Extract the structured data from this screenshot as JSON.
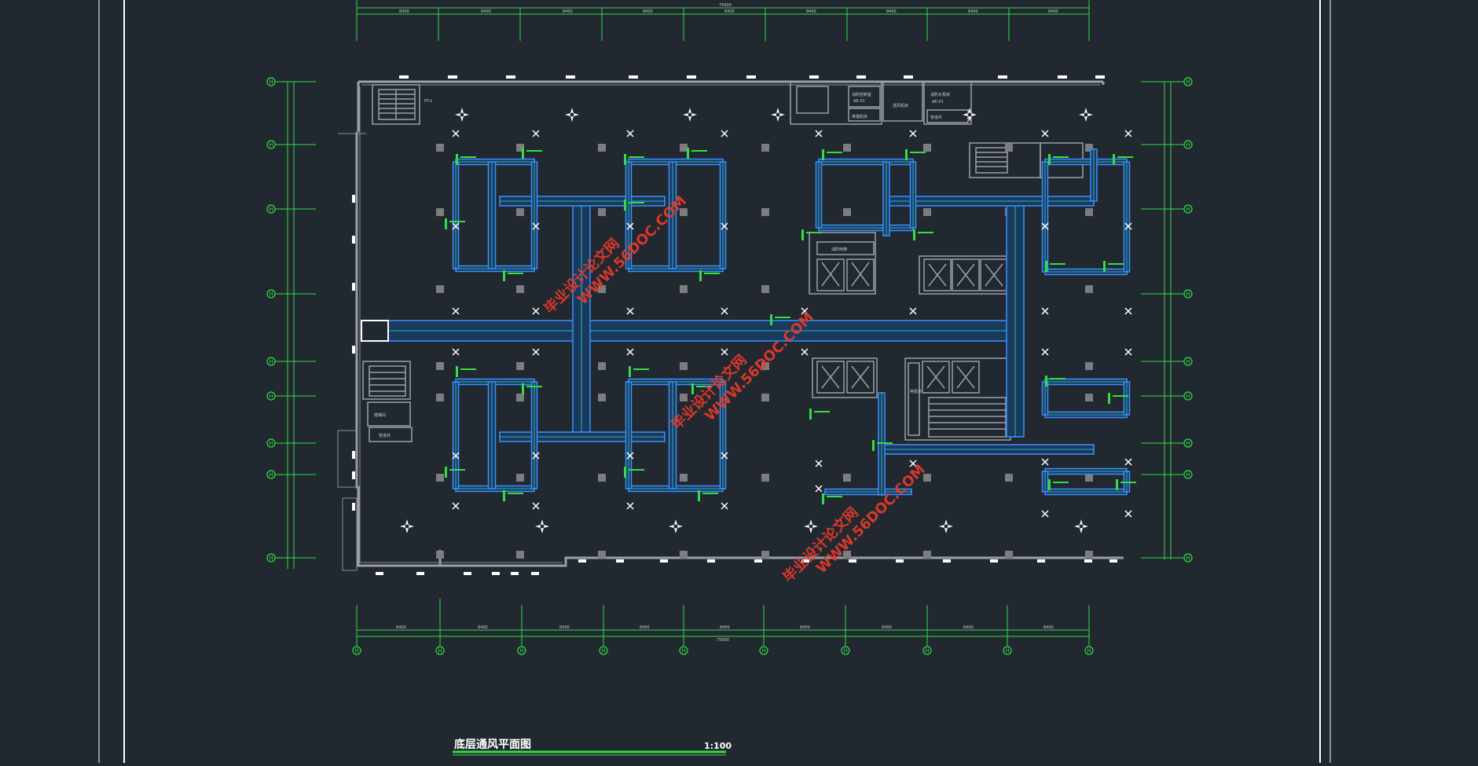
{
  "drawing": {
    "title": "底层通风平面图",
    "scale": "1:100"
  },
  "grid_markers": {
    "label": "H"
  },
  "dimensions": {
    "top_values": [
      "8400",
      "8400",
      "8400",
      "8400",
      "8400",
      "8400",
      "8400",
      "8400",
      "8400"
    ],
    "top_total": "75600",
    "bottom_values": [
      "8400",
      "8400",
      "8400",
      "8400",
      "8400",
      "8400",
      "8400",
      "8400",
      "8400"
    ],
    "bottom_total": "75600"
  },
  "rooms": {
    "control_room": "消防控制室",
    "control_sub": "AE-01",
    "machine_room": "消防水泵房",
    "machine_sub": "AE-01",
    "fan_room_1": "排烟机房",
    "fan_room_2": "送风机房",
    "stair_a": "楼梯间",
    "elevator_label": "消防电梯",
    "pipe_shaft_1": "管道井",
    "pipe_shaft_2": "电缆井",
    "duct_tag": "PY-1"
  },
  "watermarks": [
    {
      "line1": "毕业设计论文网",
      "line2": "WWW.56DOC.COM"
    },
    {
      "line1": "毕业设计论文网",
      "line2": "WWW.56DOC.COM"
    },
    {
      "line1": "毕业设计论文网",
      "line2": "WWW.56DOC.COM"
    }
  ],
  "colors": {
    "background": "#212830",
    "frame": "#ffffff",
    "dimension": "#33dd44",
    "wall": "#9aa0a6",
    "duct_outer": "#3a8fff",
    "duct_inner": "#39d4e0",
    "duct_fill": "#1a3a5c",
    "diffuser": "#ffffff",
    "column": "#7d7d7d",
    "watermark": "#e83a2a"
  }
}
